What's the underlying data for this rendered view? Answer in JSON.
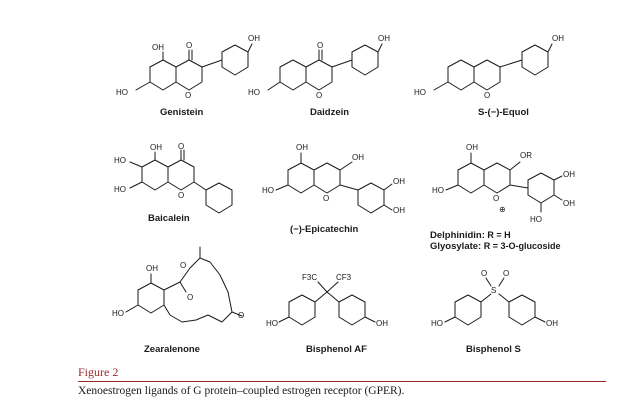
{
  "compounds": [
    {
      "id": "genistein",
      "name": "Genistein"
    },
    {
      "id": "daidzein",
      "name": "Daidzein"
    },
    {
      "id": "equol",
      "name": "S-(−)-Equol"
    },
    {
      "id": "baicalein",
      "name": "Baicalein"
    },
    {
      "id": "epicatechin",
      "name": "(−)-Epicatechin"
    },
    {
      "id": "delphinidin",
      "name": "Delphinidin:",
      "detail": " R = H"
    },
    {
      "id": "glycosylate",
      "name": "Glyosylate:",
      "detail": " R = 3-O-glucoside"
    },
    {
      "id": "zearalenone",
      "name": "Zearalenone"
    },
    {
      "id": "bisphenol-af",
      "name": "Bisphenol AF"
    },
    {
      "id": "bisphenol-s",
      "name": "Bisphenol S"
    }
  ],
  "atoms": {
    "oh": "OH",
    "ho": "HO",
    "o": "O",
    "or": "OR",
    "f3c": "F3C",
    "cf3": "CF3",
    "s": "S",
    "plus": "⊕"
  },
  "figure": {
    "label": "Figure 2",
    "caption": "Xenoestrogen ligands of G protein–coupled estrogen receptor (GPER)."
  }
}
